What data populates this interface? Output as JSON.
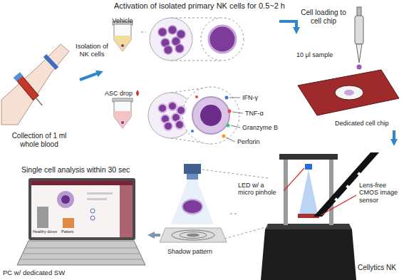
{
  "diagram": {
    "title": "Activation of isolated primary NK cells for 0.5~2 h",
    "nodes": [
      {
        "text": [
          "Collection of 1 ml whole blood"
        ]
      },
      {
        "text": [
          "Vehicle",
          "ASC drop"
        ]
      },
      {
        "text": [
          "IFN-γ",
          "TNF-α",
          "Granzyme B",
          "Perforin"
        ]
      },
      {
        "text": [
          "10 μl sample",
          "Dedicated cell chip"
        ]
      },
      {
        "text": [
          "LED w/ a micro pinhole",
          "Lens-free CMOS image sensor",
          "Cellytics NK"
        ]
      },
      {
        "text": [
          "Shadow pattern"
        ]
      },
      {
        "text": [
          "Single cell analysis within 30 sec",
          "PC w/ dedicated SW"
        ]
      }
    ],
    "edges": [
      {
        "from": 0,
        "to": 1,
        "arrow": "to",
        "label": "Isolation of NK cells"
      },
      {
        "from": 1,
        "to": 2,
        "arrow": "none"
      },
      {
        "from": 2,
        "to": 3,
        "arrow": "to",
        "label": "Cell loading to cell chip"
      },
      {
        "from": 3,
        "to": 4,
        "arrow": "to"
      },
      {
        "from": 4,
        "to": 5,
        "arrow": "none"
      },
      {
        "from": 5,
        "to": 6,
        "arrow": "to"
      }
    ],
    "labels": [
      "Healthy donor",
      "Patient"
    ]
  }
}
